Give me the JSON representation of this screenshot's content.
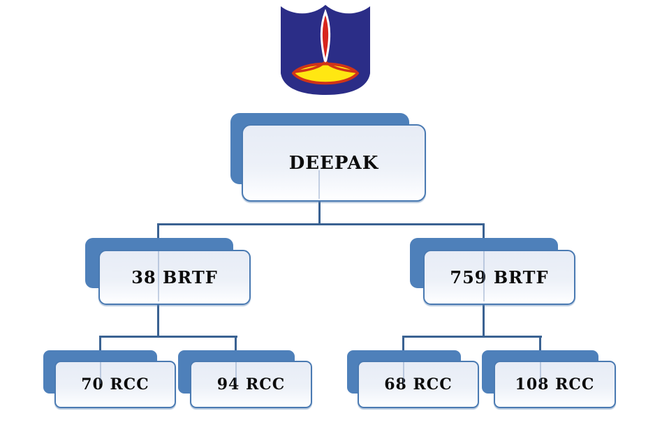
{
  "diagram": {
    "type": "org-chart",
    "logo": {
      "icon": "diya-lamp-emblem",
      "navy": "#2b2d87",
      "flame_red": "#d7251d",
      "lamp_yellow": "#ffe712",
      "lamp_outline_red": "#d03418"
    },
    "colors": {
      "node_shadow_blue": "#4e80ba",
      "node_border_blue": "#4a7ab2",
      "node_fill_light": "#edf1f8",
      "connector_blue": "#3a6292",
      "text": "#0c0c0c",
      "background": "#ffffff"
    },
    "tree": {
      "root": {
        "label": "DEEPAK"
      },
      "level1": [
        {
          "label": "38 BRTF",
          "parent": "DEEPAK"
        },
        {
          "label": "759 BRTF",
          "parent": "DEEPAK"
        }
      ],
      "level2": [
        {
          "label": "70 RCC",
          "parent": "38 BRTF"
        },
        {
          "label": "94 RCC",
          "parent": "38 BRTF"
        },
        {
          "label": "68 RCC",
          "parent": "759 BRTF"
        },
        {
          "label": "108 RCC",
          "parent": "759 BRTF"
        }
      ]
    }
  }
}
